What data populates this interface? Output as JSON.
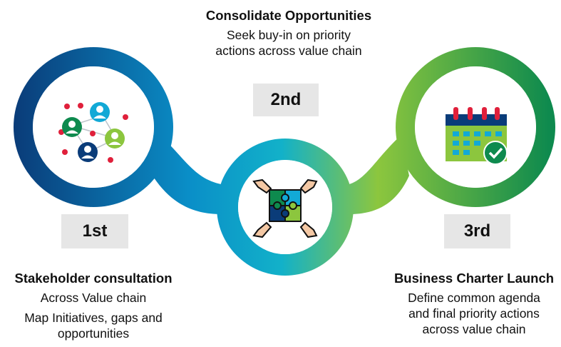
{
  "colors": {
    "blue_dark": "#0a3c79",
    "blue_mid": "#0a8fc8",
    "teal": "#12b1c9",
    "green_light": "#8cc63e",
    "green_dark": "#0e8a4e",
    "red_dot": "#e0203b"
  },
  "steps": [
    {
      "label": "1st",
      "title": "Stakeholder consultation",
      "lines": [
        "Across Value chain",
        "Map Initiatives, gaps and",
        "opportunities"
      ],
      "icon": "people-network-icon"
    },
    {
      "label": "2nd",
      "title": "Consolidate Opportunities",
      "lines": [
        "Seek buy-in on priority",
        "actions across value chain"
      ],
      "icon": "puzzle-hands-icon"
    },
    {
      "label": "3rd",
      "title": "Business Charter Launch",
      "lines": [
        "Define common agenda",
        "and final priority actions",
        "across value chain"
      ],
      "icon": "calendar-check-icon"
    }
  ]
}
